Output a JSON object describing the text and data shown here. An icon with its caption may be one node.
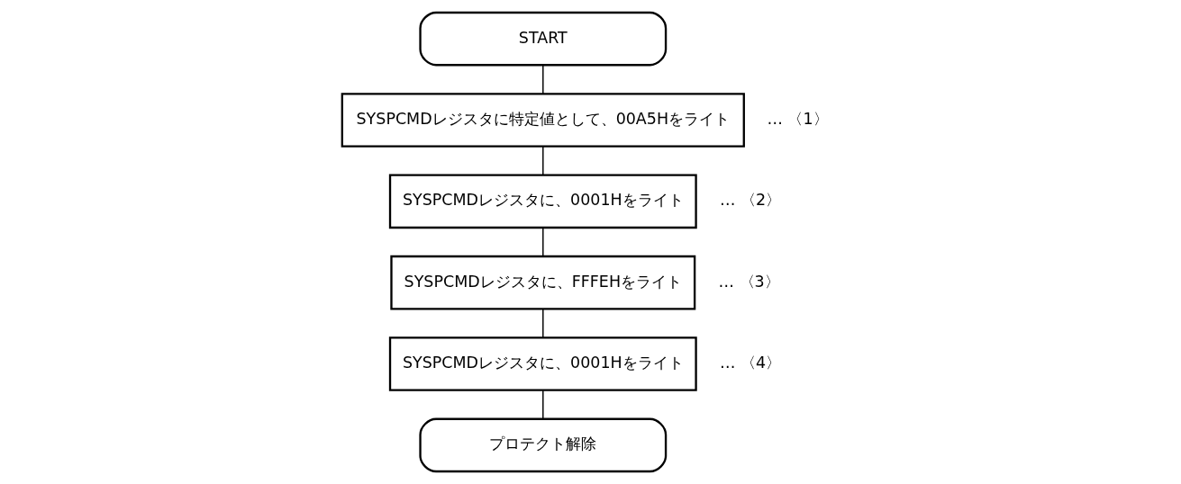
{
  "diagram": {
    "nodes": [
      {
        "text": [
          "START"
        ]
      },
      {
        "text": [
          "SYSPCMDレジスタに特定値として、00A5Hをライト"
        ],
        "beside": [
          "… 〈1〉"
        ]
      },
      {
        "text": [
          "SYSPCMDレジスタに、0001Hをライト"
        ],
        "beside": [
          "… 〈2〉"
        ]
      },
      {
        "text": [
          "SYSPCMDレジスタに、FFFEHをライト"
        ],
        "beside": [
          "… 〈3〉"
        ]
      },
      {
        "text": [
          "SYSPCMDレジスタに、0001Hをライト"
        ],
        "beside": [
          "… 〈4〉"
        ]
      },
      {
        "text": [
          "プロテクト解除"
        ]
      }
    ],
    "edges": [
      {
        "from": 0,
        "to": 1,
        "arrow": "none"
      },
      {
        "from": 1,
        "to": 2,
        "arrow": "none"
      },
      {
        "from": 2,
        "to": 3,
        "arrow": "none"
      },
      {
        "from": 3,
        "to": 4,
        "arrow": "none"
      },
      {
        "from": 4,
        "to": 5,
        "arrow": "none"
      }
    ]
  }
}
